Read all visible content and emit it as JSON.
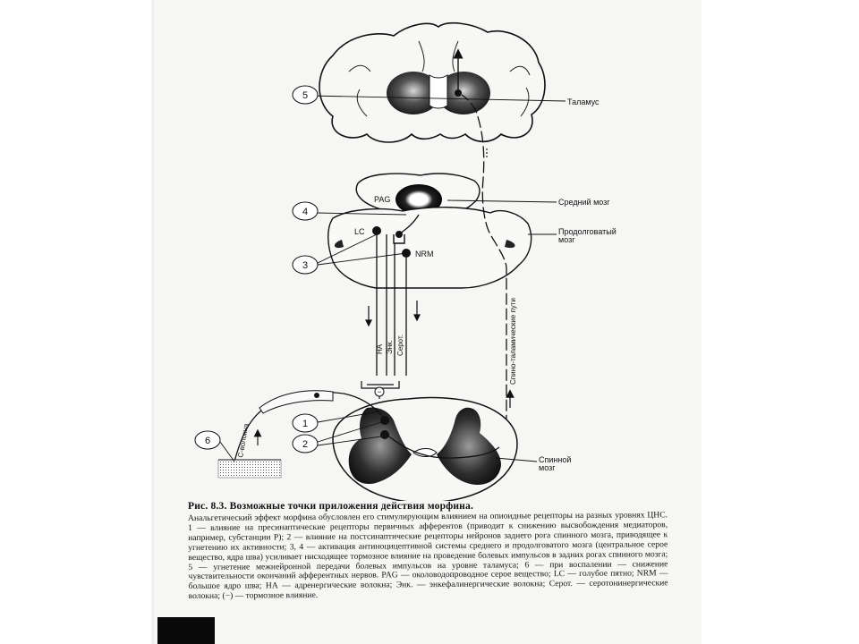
{
  "figure": {
    "labels": {
      "thalamus": "Таламус",
      "midbrain": "Средний мозг",
      "medulla_line1": "Продолговатый",
      "medulla_line2": "мозг",
      "spinal_cord_line1": "Спинной",
      "spinal_cord_line2": "мозг",
      "pag": "PAG",
      "lc": "LC",
      "nrm": "NRM",
      "na": "НА",
      "enk": "Энк.",
      "serot": "Серот.",
      "spinothalamic": "Спино-таламические пути",
      "c_fiber": "С-волокна",
      "minus": "−"
    },
    "points": [
      "1",
      "2",
      "3",
      "4",
      "5",
      "6"
    ]
  },
  "caption": {
    "title": "Рис. 8.3. Возможные точки приложения действия морфина.",
    "body": "Анальгетический эффект морфина обусловлен его стимулирующим влиянием на опиоидные рецепторы на разных уровнях ЦНС. 1 — влияние на пресинаптические рецепторы первичных афферентов (приводит к снижению высвобождения медиаторов, например, субстанции Р); 2 — влияние на постсинаптические рецепторы нейронов заднего рога спинного мозга, приводящее к угнетению их активности; 3, 4 — активация антиноцицептивной системы среднего и продолговатого мозга (центральное серое вещество, ядра шва) усиливает нисходящее тормозное влияние на проведение болевых импульсов в задних рогах спинного мозга; 5 — угнетение межнейронной передачи болевых импульсов на уровне таламуса; 6 — при воспалении — снижение чувствительности окончаний афферентных нервов. PAG — околоводопроводное серое вещество; LC — голубое пятно; NRM — большое ядро шва; НА — адренергические волокна; Энк. — энкефалинергические волокна; Серот. — серотонинергические волокна; (−) — тормозное влияние."
  }
}
